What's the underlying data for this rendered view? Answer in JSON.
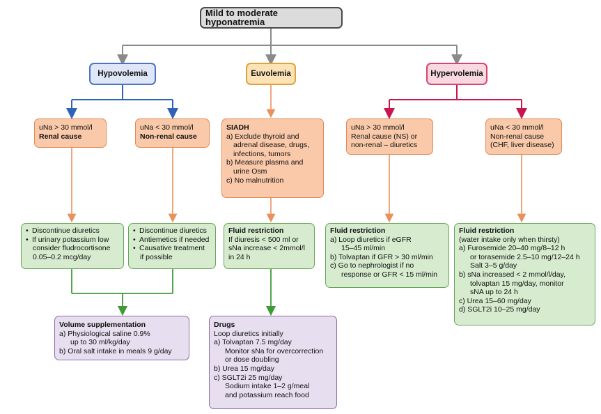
{
  "title": "Mild to moderate hyponatremia",
  "categories": {
    "hypo": "Hypovolemia",
    "eu": "Euvolemia",
    "hyper": "Hypervolemia"
  },
  "hypo_renal": {
    "line1": "uNa > 30 mmol/l",
    "line2": "Renal cause"
  },
  "hypo_nonrenal": {
    "line1": "uNa < 30 mmol/l",
    "line2": "Non-renal cause"
  },
  "siadh": {
    "heading": "SIADH",
    "a1": "a) Exclude thyroid and",
    "a2": "adrenal disease, drugs,",
    "a3": "infections, tumors",
    "b1": "b) Measure plasma and",
    "b2": "urine Osm",
    "c": "c) No malnutrition"
  },
  "hyper_renal": {
    "line1": "uNa > 30 mmol/l",
    "line2": "Renal cause (NS) or",
    "line3": "non-renal – diuretics"
  },
  "hyper_nonrenal": {
    "line1": "uNa < 30 mmol/l",
    "line2": "Non-renal cause",
    "line3": "(CHF, liver disease)"
  },
  "green1": {
    "b1": "Discontinue diuretics",
    "b2a": "If urinary potassium low",
    "b2b": "consider fludrocortisone",
    "b2c": "0.05–0.2 mcg/day"
  },
  "green2": {
    "b1": "Discontinue diuretics",
    "b2": "Antiemetics if needed",
    "b3a": "Causative treatment",
    "b3b": "if possible"
  },
  "green3": {
    "heading": "Fluid restriction",
    "l1": "If diuresis < 500 ml or",
    "l2": "sNa increase < 2mmol/l",
    "l3": "in 24 h"
  },
  "green4": {
    "heading": "Fluid restriction",
    "a1": "a) Loop diuretics if eGFR",
    "a2": "15–45 ml/min",
    "b": "b) Tolvaptan if GFR > 30 ml/min",
    "c1": "c) Go to nephrologist if no",
    "c2": "response or GFR < 15 ml/min"
  },
  "green5": {
    "heading": "Fluid restriction",
    "sub": "(water intake only when thirsty)",
    "a1": "a) Furosemide 20–40 mg/8–12 h",
    "a2": "or torasemide 2.5–10 mg/12–24 h",
    "a3": "Salt 3–5 g/day",
    "b1": "b) sNa increased < 2 mmol/l/day,",
    "b2": "tolvaptan 15 mg/day, monitor",
    "b3": "sNA up to 24 h",
    "c": "c) Urea 15–60 mg/day",
    "d": "d) SGLT2i 10–25 mg/day"
  },
  "volume": {
    "heading": "Volume supplementation",
    "a1": "a) Physiological saline 0.9%",
    "a2": "up to 30 ml/kg/day",
    "b": "b) Oral salt intake in meals 9 g/day"
  },
  "drugs": {
    "heading": "Drugs",
    "intro": "Loop diuretics initially",
    "a1": "a) Tolvaptan 7.5 mg/day",
    "a2": "Monitor sNa for overcorrection",
    "a3": "or dose doubling",
    "b": "b) Urea 15 mg/day",
    "c1": "c) SGLT2i 25 mg/day",
    "c2": "Sodium intake 1–2 g/meal",
    "c3": "and potassium reach food"
  },
  "colors": {
    "gray": "#7f7f7f",
    "blue": "#2f63b8",
    "orange": "#e9915c",
    "magenta": "#c8174f",
    "green": "#3f9a3a"
  }
}
